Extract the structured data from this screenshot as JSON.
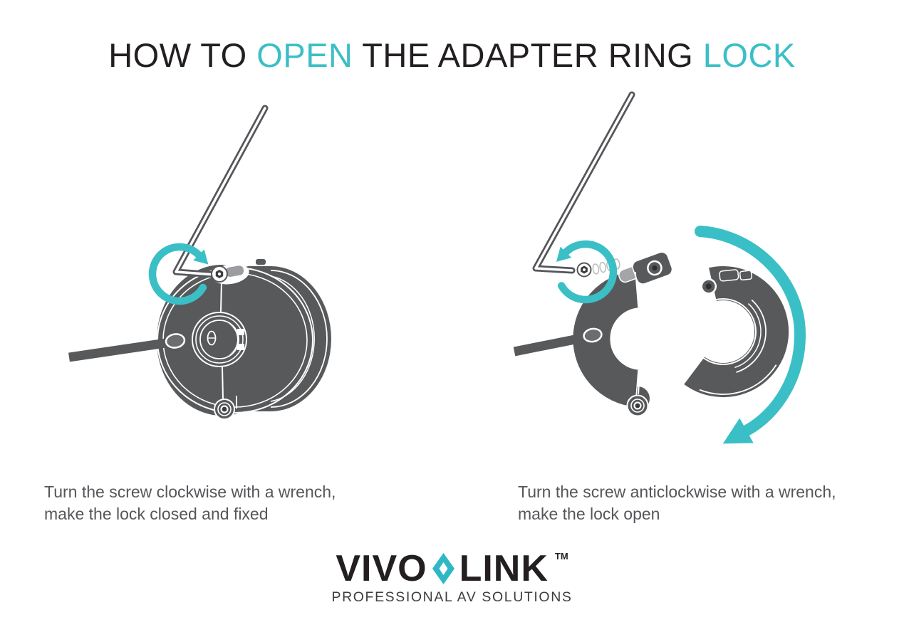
{
  "title": {
    "part1": "HOW TO ",
    "highlight1": "OPEN",
    "part2": " THE ADAPTER RING ",
    "highlight2": "LOCK"
  },
  "steps": [
    {
      "id": "close-lock",
      "caption_line1": "Turn the screw clockwise with a wrench,",
      "caption_line2": "make the lock closed and fixed",
      "illustration": "ring-lock-closed-with-allen-wrench-and-clockwise-arrow"
    },
    {
      "id": "open-lock",
      "caption_line1": "Turn the screw anticlockwise with a wrench,",
      "caption_line2": "make the lock open",
      "illustration": "ring-lock-open-with-allen-wrench-anticlockwise-arrow-and-swing-open-arrow"
    }
  ],
  "logo": {
    "brand_left": "VIVO",
    "brand_right": "LINK",
    "trademark": "TM",
    "tagline": "PROFESSIONAL AV SOLUTIONS",
    "diamond_icon": "diamond-icon"
  },
  "colors": {
    "accent_teal": "#3bbfc6",
    "logo_diamond_teal": "#2eb8c4",
    "ring_gray": "#58595b",
    "title_dark": "#231f20",
    "caption_gray": "#54565a",
    "background": "#ffffff"
  }
}
